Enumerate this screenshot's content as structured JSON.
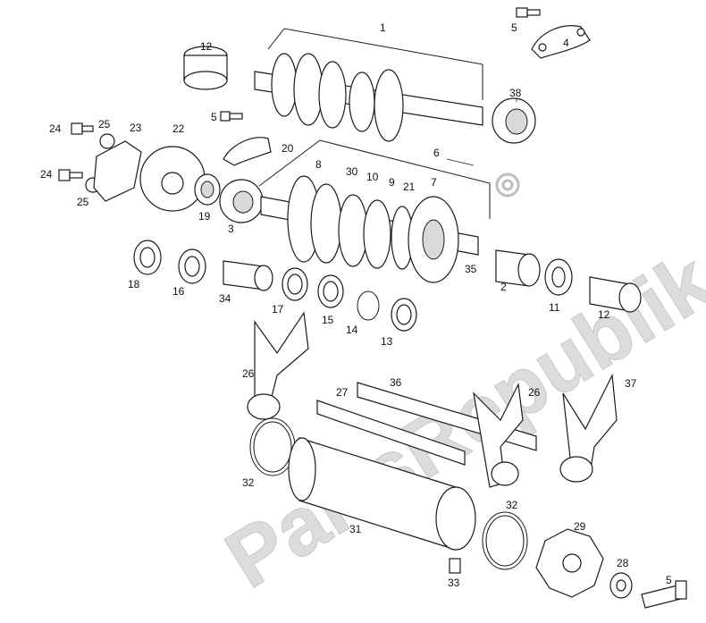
{
  "watermark": "PartsRepublik",
  "callouts": [
    "1",
    "2",
    "3",
    "4",
    "5",
    "5",
    "5",
    "6",
    "7",
    "8",
    "9",
    "10",
    "11",
    "12",
    "12",
    "13",
    "14",
    "15",
    "16",
    "17",
    "18",
    "19",
    "20",
    "21",
    "22",
    "23",
    "24",
    "24",
    "25",
    "25",
    "26",
    "26",
    "27",
    "28",
    "29",
    "30",
    "31",
    "32",
    "32",
    "33",
    "34",
    "35",
    "36",
    "37",
    "38"
  ]
}
